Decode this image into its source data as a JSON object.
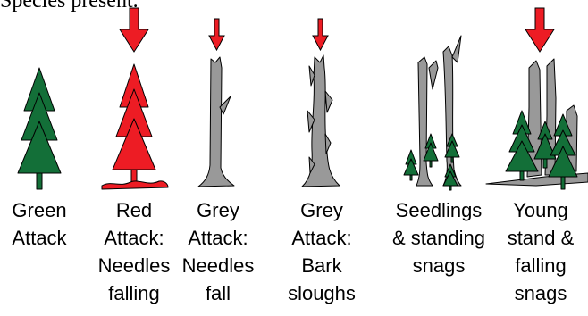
{
  "header": {
    "text": "Species present."
  },
  "colors": {
    "green": "#136f38",
    "red": "#ed1c24",
    "grey": "#999999",
    "outline": "#000000"
  },
  "stages": [
    {
      "id": "green-attack",
      "lines": [
        "Green",
        "Attack"
      ],
      "icon": "green-pine-tree-icon",
      "arrow": "none"
    },
    {
      "id": "red-attack",
      "lines": [
        "Red",
        "Attack:",
        "Needles",
        "falling"
      ],
      "icon": "red-pine-tree-icon",
      "arrow": "large"
    },
    {
      "id": "grey-attack-needles",
      "lines": [
        "Grey",
        "Attack:",
        "Needles",
        "fall"
      ],
      "icon": "grey-snag-icon",
      "arrow": "small"
    },
    {
      "id": "grey-attack-bark",
      "lines": [
        "Grey",
        "Attack:",
        "Bark",
        "sloughs"
      ],
      "icon": "grey-snag-bark-icon",
      "arrow": "small"
    },
    {
      "id": "seedlings",
      "lines": [
        "Seedlings",
        "& standing",
        "snags"
      ],
      "icon": "seedlings-snags-icon",
      "arrow": "none"
    },
    {
      "id": "young-stand",
      "lines": [
        "Young",
        "stand &",
        "falling",
        "snags"
      ],
      "icon": "young-stand-icon",
      "arrow": "large"
    }
  ]
}
